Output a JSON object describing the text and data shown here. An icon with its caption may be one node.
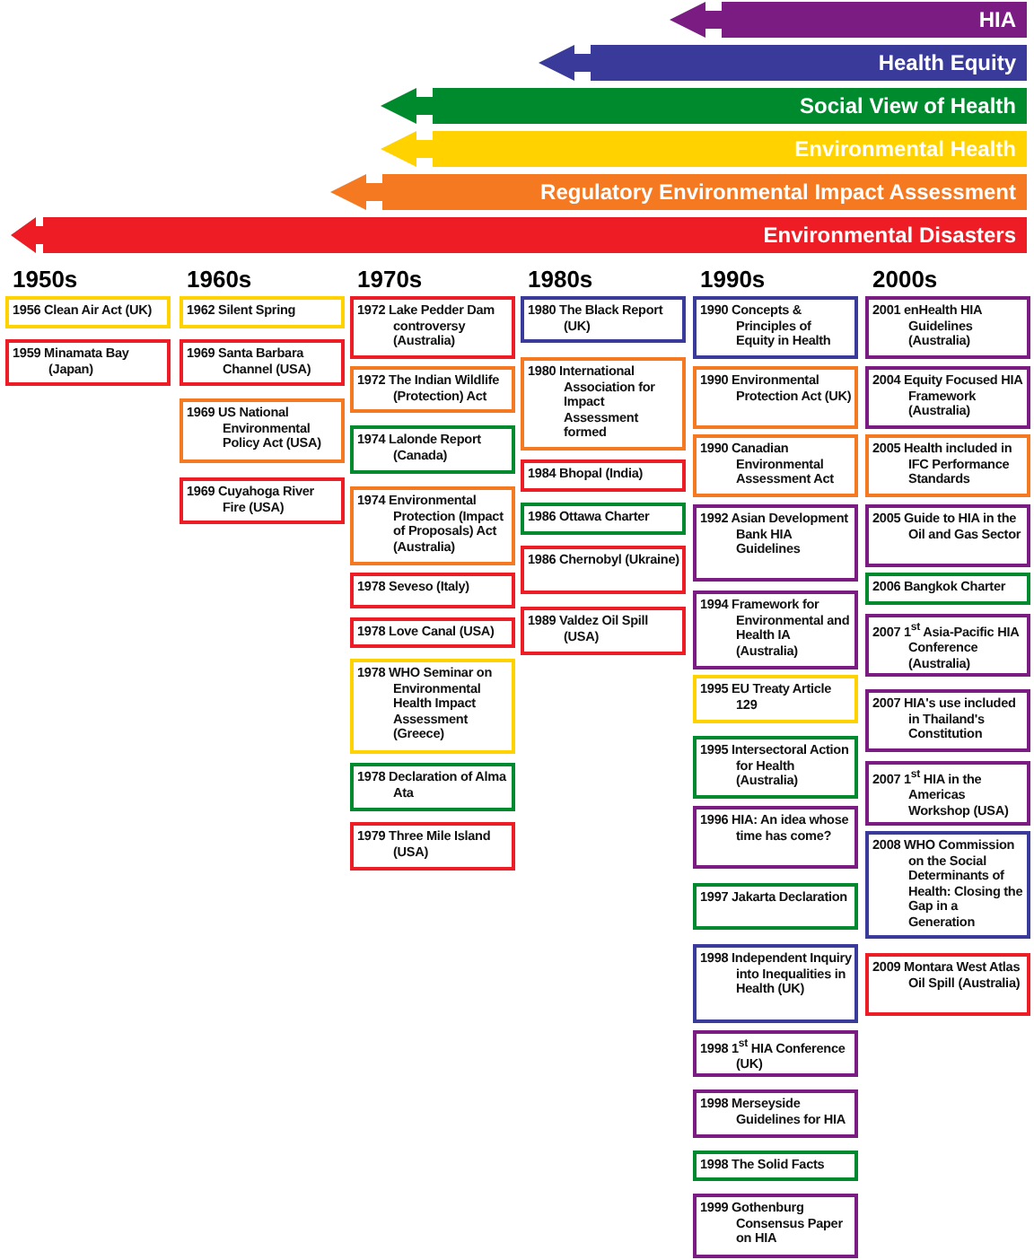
{
  "diagram": {
    "nodes": [
      {
        "text": [
          "HIA"
        ]
      },
      {
        "text": [
          "Health Equity"
        ]
      },
      {
        "text": [
          "Social View of Health"
        ]
      },
      {
        "text": [
          "Environmental Health"
        ]
      },
      {
        "text": [
          "Regulatory Environmental Impact Assessment"
        ]
      },
      {
        "text": [
          "Environmental Disasters"
        ]
      },
      {
        "text": [
          "1956 Clean Air Act (UK)"
        ]
      },
      {
        "text": [
          "1959 Minamata Bay (Japan)"
        ]
      },
      {
        "text": [
          "1962 Silent Spring"
        ]
      },
      {
        "text": [
          "1969 Santa Barbara Channel (USA)"
        ]
      },
      {
        "text": [
          "1969 US National Environmental Policy Act (USA)"
        ]
      },
      {
        "text": [
          "1969 Cuyahoga River Fire (USA)"
        ]
      },
      {
        "text": [
          "1972 Lake Pedder Dam controversy (Australia)"
        ]
      },
      {
        "text": [
          "1972 The Indian Wildlife (Protection) Act"
        ]
      },
      {
        "text": [
          "1974 Lalonde Report (Canada)"
        ]
      },
      {
        "text": [
          "1974 Environmental Protection (Impact of Proposals) Act (Australia)"
        ]
      },
      {
        "text": [
          "1978 Seveso (Italy)"
        ]
      },
      {
        "text": [
          "1978 Love Canal (USA)"
        ]
      },
      {
        "text": [
          "1978 WHO Seminar on Environmental Health Impact Assessment (Greece)"
        ]
      },
      {
        "text": [
          "1978 Declaration of Alma Ata"
        ]
      },
      {
        "text": [
          "1979 Three Mile Island (USA)"
        ]
      },
      {
        "text": [
          "1980 The Black Report (UK)"
        ]
      },
      {
        "text": [
          "1980 International Association for Impact Assessment formed"
        ]
      },
      {
        "text": [
          "1984 Bhopal (India)"
        ]
      },
      {
        "text": [
          "1986 Ottawa Charter"
        ]
      },
      {
        "text": [
          "1986 Chernobyl (Ukraine)"
        ]
      },
      {
        "text": [
          "1989 Valdez Oil Spill (USA)"
        ]
      },
      {
        "text": [
          "1990 Concepts & Principles of Equity in Health"
        ]
      },
      {
        "text": [
          "1990 Environmental Protection Act (UK)"
        ]
      },
      {
        "text": [
          "1990 Canadian Environmental Assessment Act"
        ]
      },
      {
        "text": [
          "1992 Asian Development Bank HIA Guidelines"
        ]
      },
      {
        "text": [
          "1994 Framework for Environmental and Health IA (Australia)"
        ]
      },
      {
        "text": [
          "1995 EU Treaty Article 129"
        ]
      },
      {
        "text": [
          "1995 Intersectoral Action for Health (Australia)"
        ]
      },
      {
        "text": [
          "1996 HIA: An idea whose time has come?"
        ]
      },
      {
        "text": [
          "1997 Jakarta Declaration"
        ]
      },
      {
        "text": [
          "1998 Independent Inquiry into Inequalities in Health (UK)"
        ]
      },
      {
        "text": [
          "1998 1$^{st}$ HIA Conference (UK)"
        ]
      },
      {
        "text": [
          "1998 Merseyside Guidelines for HIA"
        ]
      },
      {
        "text": [
          "1998 The Solid Facts"
        ]
      },
      {
        "text": [
          "1999 Gothenburg Consensus Paper on HIA"
        ]
      },
      {
        "text": [
          "2001 enHealth HIA Guidelines (Australia)"
        ]
      },
      {
        "text": [
          "2004 Equity Focused HIA Framework (Australia)"
        ]
      },
      {
        "text": [
          "2005 Health included in IFC Performance Standards"
        ]
      },
      {
        "text": [
          "2005 Guide to HIA in the Oil and Gas Sector"
        ]
      },
      {
        "text": [
          "2006 Bangkok Charter"
        ]
      },
      {
        "text": [
          "2007 1$^{st}$ Asia-Pacific HIA Conference (Australia)"
        ]
      },
      {
        "text": [
          "2007 HIA's use included in Thailand's Constitution"
        ]
      },
      {
        "text": [
          "2007 1$^{st}$ HIA in the Americas Workshop (USA)"
        ]
      },
      {
        "text": [
          "2008 WHO Commission on the Social Determinants of Health: Closing the Gap in a Generation"
        ]
      },
      {
        "text": [
          "2009 Montara West Atlas Oil Spill (Australia)"
        ]
      }
    ],
    "labels": [
      "1950s",
      "1960s",
      "1970s",
      "1980s",
      "1990s",
      "2000s"
    ]
  }
}
